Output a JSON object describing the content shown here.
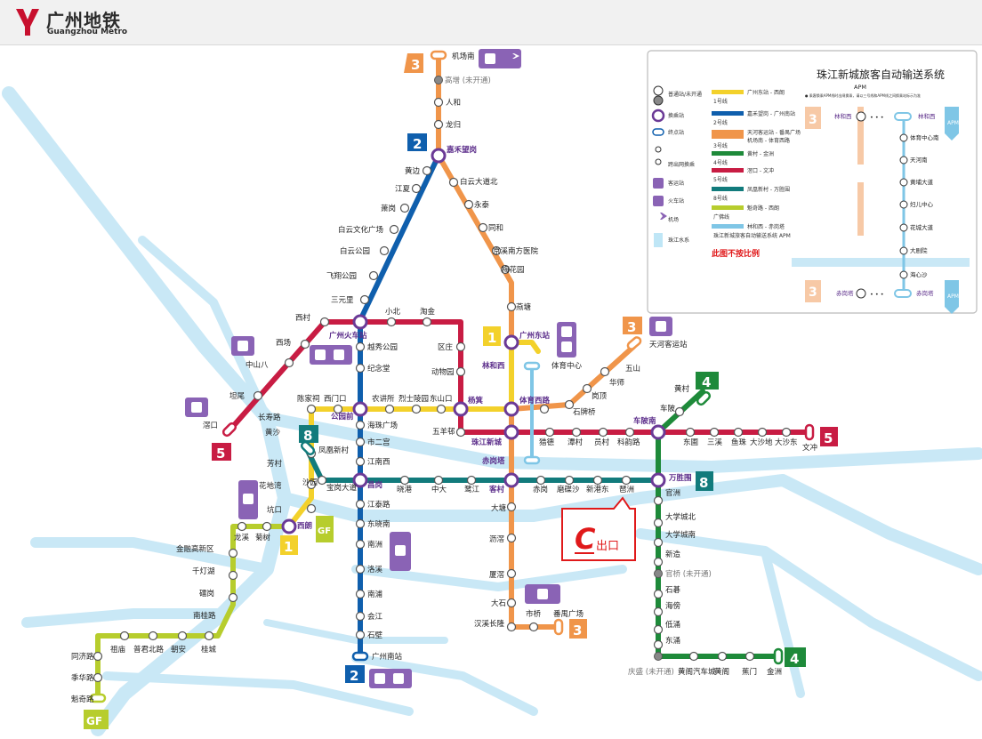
{
  "header": {
    "brand_cn": "广州地铁",
    "brand_en": "Guangzhou Metro"
  },
  "colors": {
    "line1": "#f3d12b",
    "line2": "#0f5fad",
    "line3": "#f0954a",
    "line4": "#1e8a3a",
    "line5": "#c81c43",
    "line8": "#127b7c",
    "apm": "#7fc6e6",
    "gf": "#b7cd2d",
    "river": "#c9e8f6",
    "transfer": "#6b3a96",
    "hub": "#8a63b5"
  },
  "lines": {
    "l1": "1",
    "l2": "2",
    "l3": "3",
    "l4": "4",
    "l5": "5",
    "l8": "8",
    "gf": "GF"
  },
  "stations": {
    "jichangnan": "机场南",
    "gaozeng": "高增 (未开通)",
    "renhe": "人和",
    "longgui": "龙归",
    "jiahewanggang": "嘉禾望岗",
    "baiyundadaobei": "白云大道北",
    "yongtai": "永泰",
    "tonghe": "同和",
    "jingxi": "京溪南方医院",
    "meihuayuan": "梅花园",
    "yantang": "燕塘",
    "huangbian": "黄边",
    "jiangxia": "江夏",
    "xiaogang2": "萧岗",
    "baiyunwenhua": "白云文化广场",
    "baiyungongyuan": "白云公园",
    "feixiang": "飞翔公园",
    "sanyuanli": "三元里",
    "guangzhouhuochezhan": "广州火车站",
    "yuexiugongyuan": "越秀公园",
    "jinianguan": "纪念堂",
    "gongyuanqian": "公园前",
    "haizhuguangchang": "海珠广场",
    "shiergong": "市二宫",
    "jiangnanxi": "江南西",
    "changgang": "昌岗",
    "jiangtailu": "江泰路",
    "dongxiaonan": "东晓南",
    "nanzhou": "南洲",
    "luoxi": "洛溪",
    "nanpu": "南浦",
    "huijiang": "会江",
    "shibi": "石壁",
    "guangzhounanzhan": "广州南站",
    "xicun": "西村",
    "xichang": "西场",
    "zhongshanba": "中山八",
    "tanwei": "坦尾",
    "jiaokou": "滘口",
    "xiaobei": "小北",
    "taojin": "淘金",
    "quzhuang": "区庄",
    "dongwuyuan": "动物园",
    "yangji": "杨箕",
    "wuyangcun": "五羊邨",
    "zhujiangxincheng": "珠江新城",
    "liede": "猎德",
    "tancun": "潭村",
    "yuancun": "员村",
    "kecun_l5": "科韵路",
    "chebeinan": "车陂南",
    "dongpu": "东圃",
    "sanxi": "三溪",
    "yuzhu": "鱼珠",
    "dashadi": "大沙地",
    "dashadong": "大沙东",
    "wenchong": "文冲",
    "chenjiaci": "陈家祠",
    "ximenkou": "西门口",
    "nongjiangsuo": "农讲所",
    "liejishiling": "烈士陵园",
    "dongshankou": "东山口",
    "tiyuxilu": "体育西路",
    "tiyuzhongxin": "体育中心",
    "guangzhoudongzhan": "广州东站",
    "linhexi": "林和西",
    "shipaiqiao": "石牌桥",
    "gangding": "岗顶",
    "huashi": "华师",
    "wushan": "五山",
    "tianhekeyunzhan": "天河客运站",
    "changshoulu": "长寿路",
    "huangsha": "黄沙",
    "fangcun": "芳村",
    "huadiwan": "花地湾",
    "kengkou": "坑口",
    "xilang": "西朗",
    "fenghuangxincun": "凤凰新村",
    "shayuan": "沙园",
    "baogangdadao": "宝岗大道",
    "xiaogang8": "晓港",
    "zhongda": "中大",
    "lujiang": "鹭江",
    "kecun": "客村",
    "chigang": "赤岗",
    "mofengsha": "磨碟沙",
    "xinguangzhou": "新港东",
    "pazhou": "琶洲",
    "wanshengwei": "万胜围",
    "datang": "大塘",
    "lijiao": "沥滘",
    "xiajiao": "厦滘",
    "dashi": "大石",
    "hanxichanglong": "汉溪长隆",
    "shiqiao": "市桥",
    "panyuguangchang": "番禺广场",
    "chigang_apm": "赤岗塔",
    "guanzhou": "官洲",
    "daxuechengbei": "大学城北",
    "daxuechengnan": "大学城南",
    "xinzao": "新造",
    "guanqiao": "官桥 (未开通)",
    "shiji": "石碁",
    "haibang": "海傍",
    "dicheng": "低涌",
    "dongchong": "东涌",
    "qingsheng": "庆盛 (未开通)",
    "huangge": "黄阁汽车城",
    "huangge2": "黄阁",
    "jiaomen": "蕉门",
    "jinzhou": "金洲",
    "huangcun": "黄村",
    "chebei": "车陂",
    "longxi": "龙溪",
    "jushu": "菊树",
    "jinrong": "金融高新区",
    "qiandenghu": "千灯湖",
    "lijiao_gf": "礌岗",
    "nanguilu": "南桂路",
    "guicheng": "桂城",
    "chaoan": "朝安",
    "puxi": "普君北路",
    "zumiao": "祖庙",
    "tongjilu": "同济路",
    "jihualu": "季华路",
    "kuiqilu": "魁奇路"
  },
  "legend": {
    "items": [
      "普通站/未开通",
      "换乘站",
      "终点站",
      "跨出网换乘",
      "客运站",
      "火车站",
      "机场",
      "珠江水系"
    ],
    "lines": [
      {
        "name": "广州东站 - 西朗",
        "sub": "1号线",
        "color": "#f3d12b"
      },
      {
        "name": "嘉禾望岗 - 广州南站",
        "sub": "2号线",
        "color": "#0f5fad"
      },
      {
        "name": "天河客运站 - 番禺广场",
        "sub": "3号线",
        "color": "#f0954a",
        "extra": "机场南 - 体育西路"
      },
      {
        "name": "黄村 - 金洲",
        "sub": "4号线",
        "color": "#1e8a3a"
      },
      {
        "name": "滘口 - 文冲",
        "sub": "5号线",
        "color": "#c81c43"
      },
      {
        "name": "凤凰新村 - 万胜围",
        "sub": "8号线",
        "color": "#127b7c"
      },
      {
        "name": "魁奇路 - 西朗",
        "sub": "广佛线",
        "color": "#b7cd2d"
      },
      {
        "name": "林和西 - 赤岗塔",
        "sub": "珠江新城旅客自动输送系统 APM",
        "color": "#7fc6e6"
      }
    ],
    "note": "此图不按比例"
  },
  "apm": {
    "title": "珠江新城旅客自动输送系统",
    "subtitle": "APM",
    "desc": "● 乘客换乘APM线时出闸换乘，请以三号线和APM线之间换乘站标示为准",
    "badge": "APM",
    "stations": [
      "林和西",
      "体育中心南",
      "天河南",
      "黄埔大道",
      "妇儿中心",
      "花城大道",
      "大剧院",
      "海心沙",
      "赤岗塔"
    ],
    "left_top": "林和西",
    "left_bottom": "赤岗塔"
  },
  "exit_sign": {
    "c": "C",
    "label": "出口"
  }
}
